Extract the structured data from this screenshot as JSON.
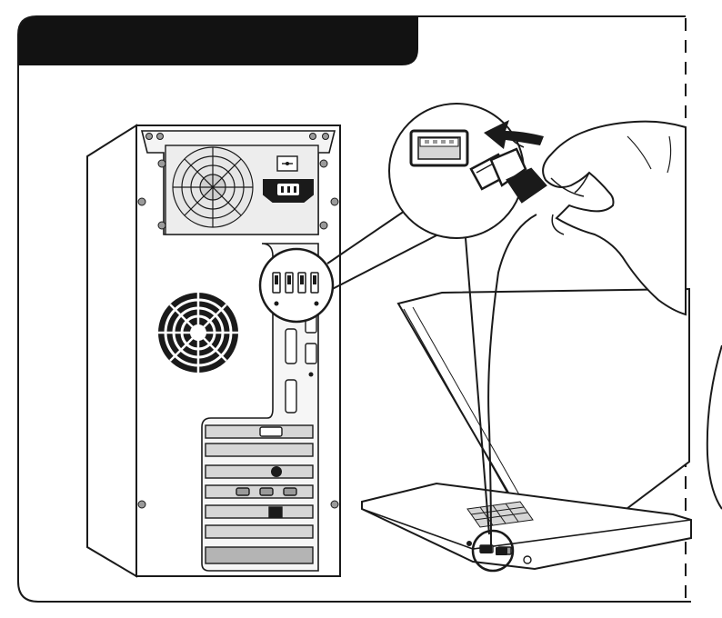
{
  "panel": {
    "header_text": "",
    "header_color": "#121212",
    "line_color": "#1a1a1a",
    "fill_light": "#ededed",
    "fill_mid": "#d6d6d6",
    "fill_dark": "#9a9a9a"
  },
  "callouts": {
    "tower_usb_ports": {
      "port_count": 4
    },
    "laptop_usb_ports": {
      "port_count": 2
    }
  },
  "illustration": {
    "subjects": [
      "desktop-tower",
      "laptop",
      "usb-cable",
      "hand",
      "direction-arrow"
    ],
    "arrow_direction": "left",
    "cut_line_style": "dashed"
  }
}
